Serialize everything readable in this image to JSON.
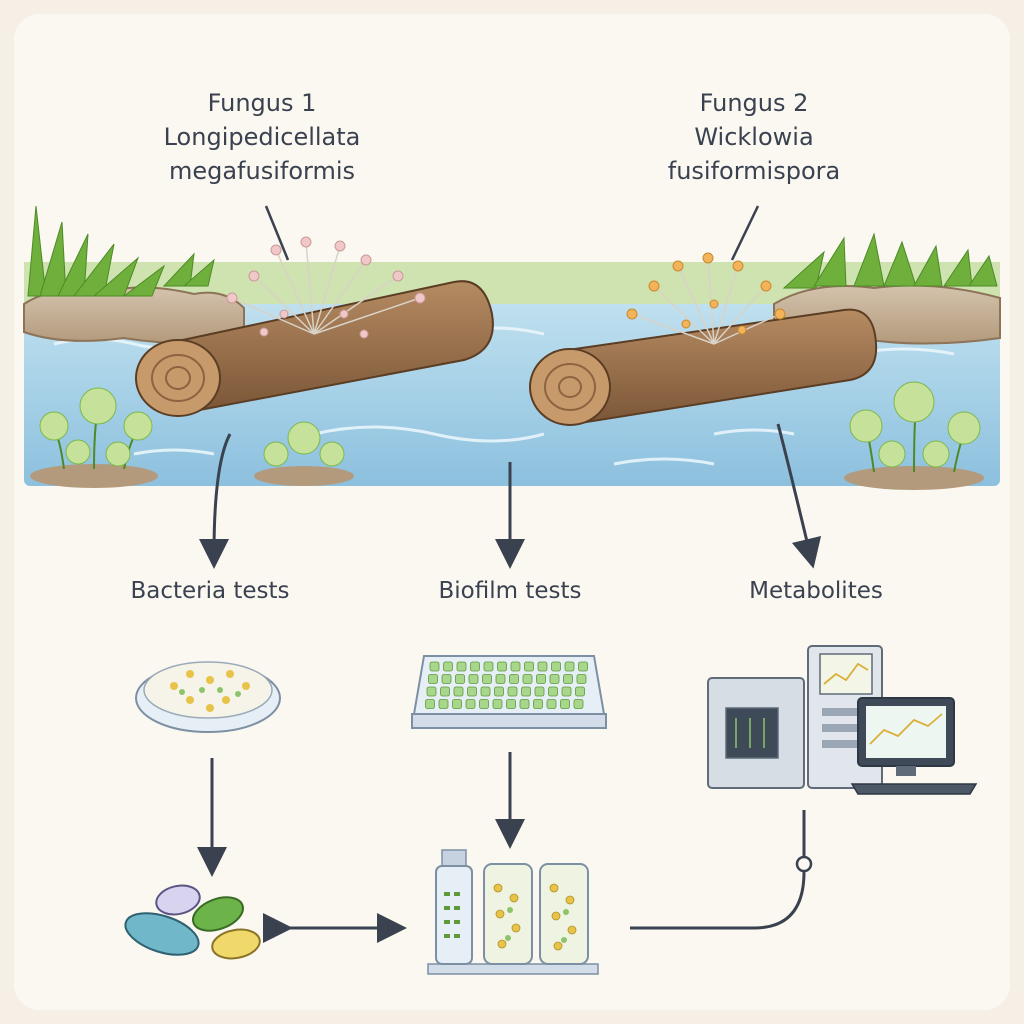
{
  "fungi": [
    {
      "title": "Fungus 1",
      "species_line1": "Longipedicellata",
      "species_line2": "megafusiformis"
    },
    {
      "title": "Fungus 2",
      "species_line1": "Wicklowia",
      "species_line2": "fusiformispora"
    }
  ],
  "stages": {
    "bacteria": "Bacteria tests",
    "biofilm": "Biofilm tests",
    "metabolites": "Metabolites"
  },
  "colors": {
    "background": "#fbf8f2",
    "water": "#9fcbe3",
    "log": "#9b7250",
    "grass": "#7cb84a",
    "arrow": "#3a4250"
  }
}
